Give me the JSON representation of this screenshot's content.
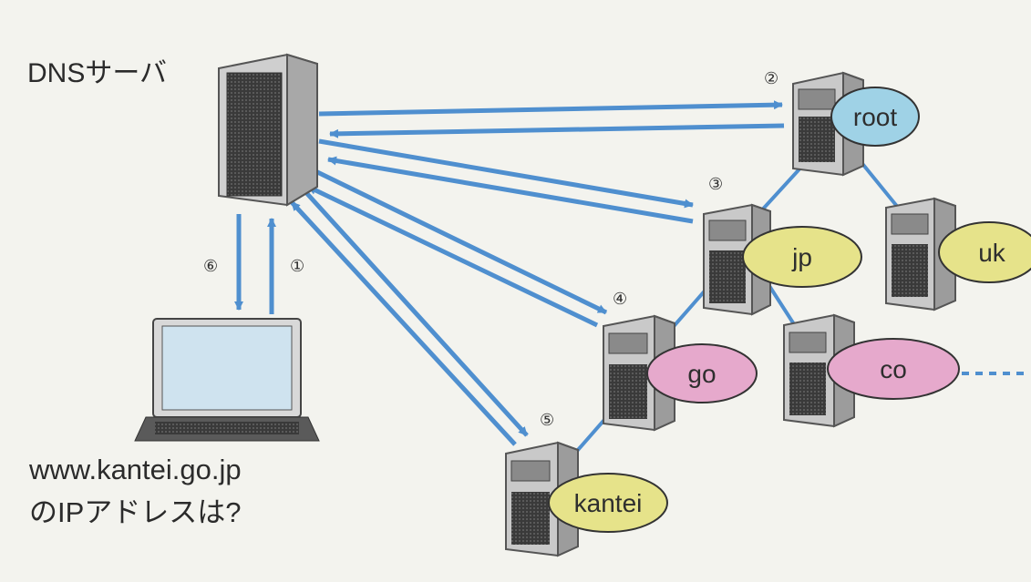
{
  "diagram": {
    "title": "DNSサーバ",
    "query_line1": "www.kantei.go.jp",
    "query_line2": "のIPアドレスは?",
    "nodes": {
      "root": "root",
      "jp": "jp",
      "uk": "uk",
      "go": "go",
      "co": "co",
      "kantei": "kantei"
    },
    "steps": {
      "s1": "①",
      "s2": "②",
      "s3": "③",
      "s4": "④",
      "s5": "⑤",
      "s6": "⑥"
    },
    "colors": {
      "arrow": "#4f8fcf",
      "root_fill": "#9fd2e6",
      "jp_fill": "#e6e38a",
      "uk_fill": "#e6e38a",
      "kantei_fill": "#e6e38a",
      "go_fill": "#e6a9cc",
      "co_fill": "#e6a9cc"
    }
  }
}
